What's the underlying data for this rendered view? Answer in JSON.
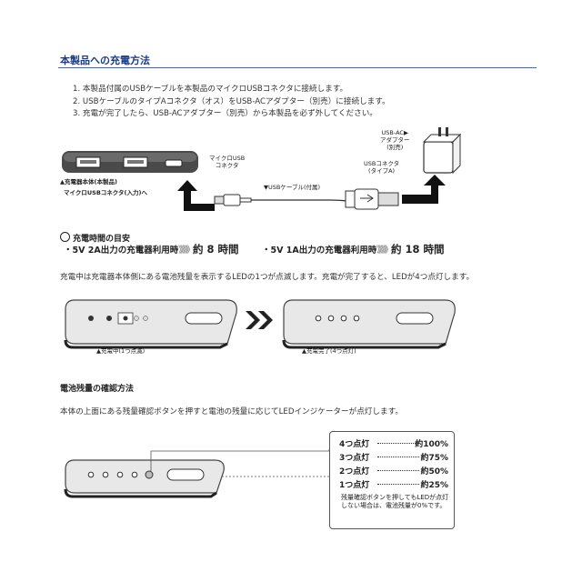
{
  "section1": {
    "title": "本製品への充電方法",
    "steps": [
      "1. 本製品付属のUSBケーブルを本製品のマイクロUSBコネクタに接続します。",
      "2. USBケーブルのタイプAコネクタ（オス）をUSB-ACアダプター（別売）に接続します。",
      "3. 充電が完了したら、USB-ACアダプター（別売）から本製品を必ず外してください。"
    ]
  },
  "diagram1": {
    "device_label": "▲充電器本体(本製品)",
    "micro_label": "マイクロUSBコネクタ(入力)へ",
    "micro_usb_connector_label": "マイクロUSB\nコネクタ",
    "cable_label": "▼USBケーブル(付属)",
    "usb_connector_label": "USBコネクタ\n(タイプA)",
    "adapter_label": "USB-AC▶\nアダプター\n(別売)"
  },
  "charge_time": {
    "heading": "充電時間の目安",
    "items": [
      {
        "prefix": "・5V 2A出力の充電器利用時",
        "arrows": "》》》》",
        "value": "約 8 時間"
      },
      {
        "prefix": "・5V 1A出力の充電器利用時",
        "arrows": "》》》》",
        "value": "約 18 時間"
      }
    ]
  },
  "led_para": "充電中は充電器本体側にある電池残量を表示するLEDの1つが点滅します。充電が完了すると、LEDが4つ点灯します。",
  "diagram2": {
    "charging_label": "▲充電中(1つ点滅)",
    "complete_label": "▲充電完了(4つ点灯)",
    "transition": "》》"
  },
  "section2": {
    "heading": "電池残量の確認方法",
    "para": "本体の上面にある残量確認ボタンを押すと電池の残量に応じてLEDインジケーターが点灯します。"
  },
  "legend": {
    "rows": [
      {
        "lit": "4つ点灯",
        "level": "約100%"
      },
      {
        "lit": "3つ点灯",
        "level": "約75%"
      },
      {
        "lit": "2つ点灯",
        "level": "約50%"
      },
      {
        "lit": "1つ点灯",
        "level": "約25%"
      }
    ],
    "note": "残量確認ボタンを押してもLEDが点灯しない場合は、電池残量が0%です。"
  }
}
